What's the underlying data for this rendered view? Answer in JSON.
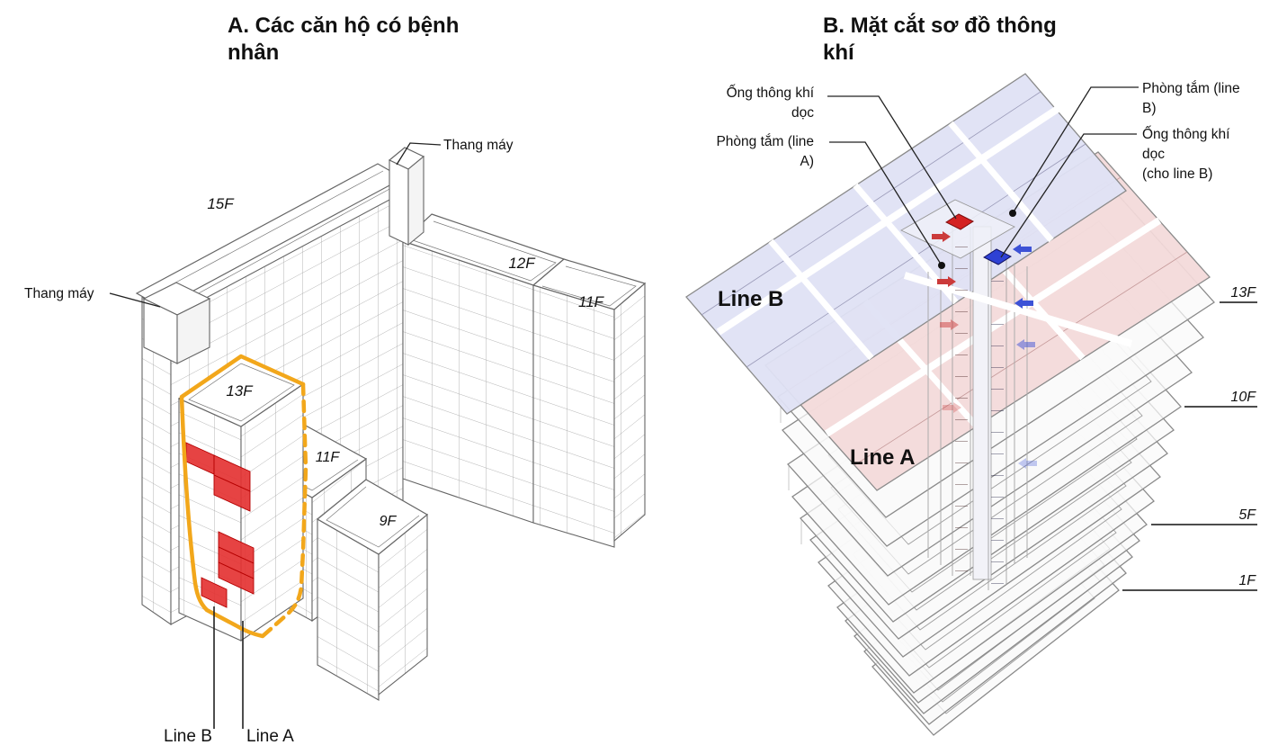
{
  "panel_a": {
    "title": {
      "line1": "A. Các căn hộ có bệnh",
      "line2": "nhân"
    },
    "elevator_left": "Thang máy",
    "elevator_right": "Thang máy",
    "floors": {
      "f15": "15F",
      "f12": "12F",
      "f11_right": "11F",
      "f13": "13F",
      "f11_step": "11F",
      "f9": "9F"
    },
    "line_b": "Line B",
    "line_a": "Line A"
  },
  "panel_b": {
    "title": {
      "line1": "B. Mặt cắt sơ đồ thông",
      "line2": "khí"
    },
    "duct_label": {
      "line1": "Ống thông khí",
      "line2": "dọc"
    },
    "bath_a_label": {
      "line1": "Phòng tắm (line",
      "line2": "A)"
    },
    "bath_b_label": {
      "line1": "Phòng tắm (line",
      "line2": "B)"
    },
    "duct_b_label": {
      "line1": "Ống thông khí",
      "line2": "dọc",
      "line3": "(cho line B)"
    },
    "line_b": "Line B",
    "line_a": "Line A",
    "floors": {
      "f13": "13F",
      "f10": "10F",
      "f5": "5F",
      "f1": "1F"
    }
  },
  "colors": {
    "orange": "#F2A71B",
    "cell_red": "#E43333",
    "duct_red_cap": "#D42222",
    "duct_blue_cap": "#2E41D4",
    "floor_a_pink": "#F3D9D9",
    "floor_b_blue": "#DFE1F4"
  }
}
